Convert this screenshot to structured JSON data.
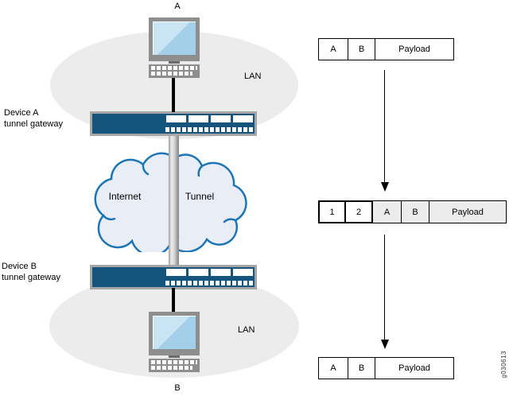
{
  "diagram": {
    "host_a_label": "A",
    "host_b_label": "B",
    "lan_top_label": "LAN",
    "lan_bottom_label": "LAN",
    "device_a_line1": "Device A",
    "device_a_line2": "tunnel gateway",
    "device_b_line1": "Device B",
    "device_b_line2": "tunnel gateway",
    "cloud_left_label": "Internet",
    "cloud_right_label": "Tunnel",
    "figure_id": "g030613"
  },
  "packets": {
    "original_top": {
      "cells": [
        "A",
        "B",
        "Payload"
      ]
    },
    "encapsulated": {
      "cells": [
        "1",
        "2",
        "A",
        "B",
        "Payload"
      ]
    },
    "original_bottom": {
      "cells": [
        "A",
        "B",
        "Payload"
      ]
    }
  },
  "colors": {
    "switch_blue": "#15547D",
    "cloud_stroke": "#1C75B5",
    "cloud_fill": "#E9EDF6",
    "lan_gray": "#ECECEC",
    "encapsulated_shading": "#ECECEC"
  }
}
